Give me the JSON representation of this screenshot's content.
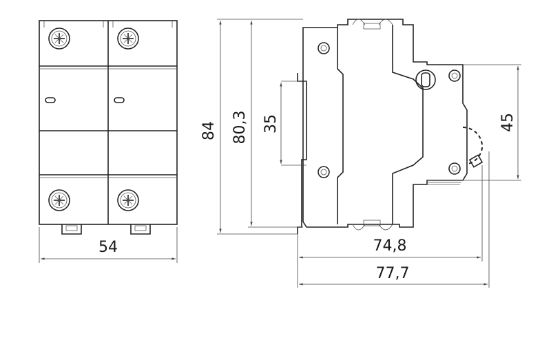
{
  "dimensions": {
    "front_width": "54",
    "total_height": "84",
    "body_height": "80,3",
    "rail_width": "35",
    "front_face_height": "45",
    "depth_body": "74,8",
    "depth_total": "77,7"
  }
}
